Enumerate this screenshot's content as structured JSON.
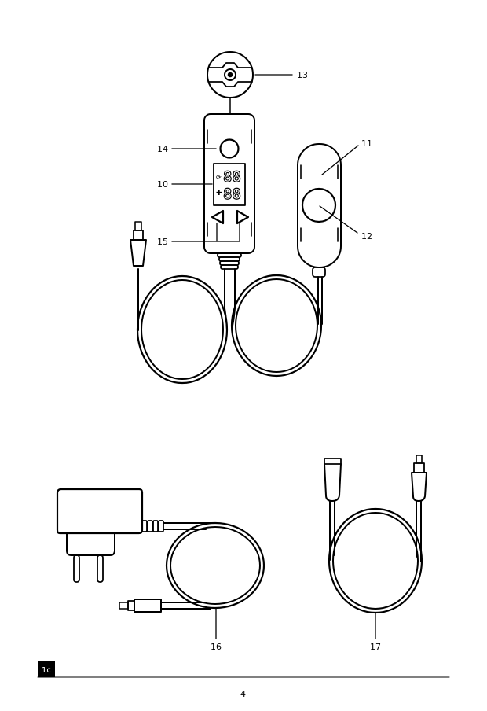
{
  "callouts": {
    "c10": "10",
    "c11": "11",
    "c12": "12",
    "c13": "13",
    "c14": "14",
    "c15": "15",
    "c16": "16",
    "c17": "17"
  },
  "display": {
    "top_digits": "88",
    "bottom_digits": "88"
  },
  "figure_tag": "1c",
  "page_number": "4"
}
